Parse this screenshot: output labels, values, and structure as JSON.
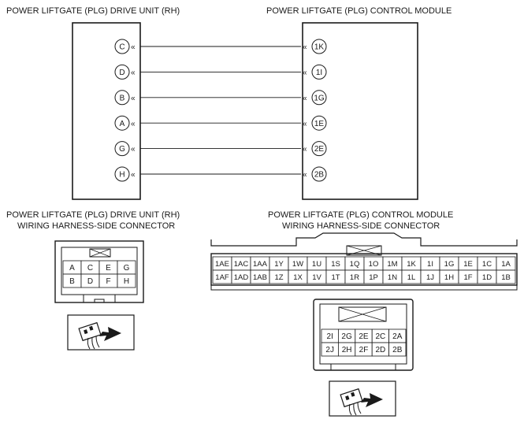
{
  "titles": {
    "drive_unit": "POWER LIFTGATE (PLG) DRIVE UNIT (RH)",
    "control_module": "POWER LIFTGATE (PLG) CONTROL MODULE",
    "drive_conn_line1": "POWER LIFTGATE (PLG) DRIVE UNIT (RH)",
    "drive_conn_line2": "WIRING HARNESS-SIDE CONNECTOR",
    "module_conn_line1": "POWER LIFTGATE (PLG) CONTROL MODULE",
    "module_conn_line2": "WIRING HARNESS-SIDE CONNECTOR"
  },
  "wires": [
    {
      "drive_pin": "C",
      "module_pin": "1K"
    },
    {
      "drive_pin": "D",
      "module_pin": "1I"
    },
    {
      "drive_pin": "B",
      "module_pin": "1G"
    },
    {
      "drive_pin": "A",
      "module_pin": "1E"
    },
    {
      "drive_pin": "G",
      "module_pin": "2E"
    },
    {
      "drive_pin": "H",
      "module_pin": "2B"
    }
  ],
  "drive_connector": {
    "rows": [
      [
        "A",
        "C",
        "E",
        "G"
      ],
      [
        "B",
        "D",
        "F",
        "H"
      ]
    ]
  },
  "module_connector_1": {
    "rows": [
      [
        "1AE",
        "1AC",
        "1AA",
        "1Y",
        "1W",
        "1U",
        "1S",
        "1Q",
        "1O",
        "1M",
        "1K",
        "1I",
        "1G",
        "1E",
        "1C",
        "1A"
      ],
      [
        "1AF",
        "1AD",
        "1AB",
        "1Z",
        "1X",
        "1V",
        "1T",
        "1R",
        "1P",
        "1N",
        "1L",
        "1J",
        "1H",
        "1F",
        "1D",
        "1B"
      ]
    ]
  },
  "module_connector_2": {
    "rows": [
      [
        "2I",
        "2G",
        "2E",
        "2C",
        "2A"
      ],
      [
        "2J",
        "2H",
        "2F",
        "2D",
        "2B"
      ]
    ]
  },
  "icons": [
    "harness-connector-view-icon",
    "harness-connector-view-icon"
  ]
}
